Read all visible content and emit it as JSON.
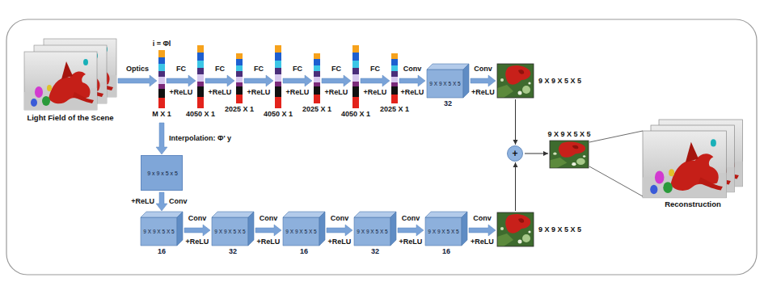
{
  "diagram": {
    "nodes": [
      {
        "text": [
          "Light Field of the Scene"
        ]
      },
      {
        "text": [
          "i = Φl",
          "M X 1"
        ]
      },
      {
        "text": [
          "4050 X 1"
        ]
      },
      {
        "text": [
          "2025 X 1"
        ]
      },
      {
        "text": [
          "4050 X 1"
        ]
      },
      {
        "text": [
          "2025 X 1"
        ]
      },
      {
        "text": [
          "4050 X 1"
        ]
      },
      {
        "text": [
          "2025 X 1"
        ]
      },
      {
        "text": [
          "9 X 9 X 5 X 5",
          "32"
        ]
      },
      {
        "text": [
          "9 X 9 X 5 X 5"
        ]
      },
      {
        "text": [
          "9 x 9 x 5 x 5"
        ]
      },
      {
        "text": [
          "9 X 9 X 5 X 5",
          "16"
        ]
      },
      {
        "text": [
          "9 X 9 X 5 X 5",
          "32"
        ]
      },
      {
        "text": [
          "9 X 9 X 5 X 5",
          "16"
        ]
      },
      {
        "text": [
          "9 X 9 X 5 X 5",
          "32"
        ]
      },
      {
        "text": [
          "9 X 9 X 5 X 5",
          "16"
        ]
      },
      {
        "text": [
          "9 X 9 X 5 X 5"
        ]
      },
      {
        "text": [
          "+"
        ]
      },
      {
        "text": [
          "9 X 9 X 5 X 5"
        ]
      },
      {
        "text": [
          "Reconstruction"
        ]
      }
    ],
    "edges": [
      {
        "from": 0,
        "to": 1,
        "arrow": "to",
        "label": "Optics"
      },
      {
        "from": 1,
        "to": 2,
        "arrow": "to",
        "label": "FC"
      },
      {
        "from": 2,
        "to": 3,
        "arrow": "to",
        "label": "FC"
      },
      {
        "from": 3,
        "to": 4,
        "arrow": "to",
        "label": "FC"
      },
      {
        "from": 4,
        "to": 5,
        "arrow": "to",
        "label": "FC"
      },
      {
        "from": 5,
        "to": 6,
        "arrow": "to",
        "label": "FC"
      },
      {
        "from": 6,
        "to": 7,
        "arrow": "to",
        "label": "FC"
      },
      {
        "from": 7,
        "to": 8,
        "arrow": "to",
        "label": "Conv"
      },
      {
        "from": 8,
        "to": 9,
        "arrow": "to",
        "label": "Conv"
      },
      {
        "from": 1,
        "to": 10,
        "arrow": "to",
        "label": "Interpolation: Φ' y"
      },
      {
        "from": 10,
        "to": 11,
        "arrow": "to",
        "label": "Conv"
      },
      {
        "from": 11,
        "to": 12,
        "arrow": "to",
        "label": "Conv"
      },
      {
        "from": 12,
        "to": 13,
        "arrow": "to",
        "label": "Conv"
      },
      {
        "from": 13,
        "to": 14,
        "arrow": "to",
        "label": "Conv"
      },
      {
        "from": 14,
        "to": 15,
        "arrow": "to",
        "label": "Conv"
      },
      {
        "from": 15,
        "to": 16,
        "arrow": "to",
        "label": "Conv"
      },
      {
        "from": 9,
        "to": 17,
        "arrow": "to"
      },
      {
        "from": 16,
        "to": 17,
        "arrow": "to"
      },
      {
        "from": 17,
        "to": 18,
        "arrow": "to"
      },
      {
        "from": 18,
        "to": 19,
        "arrow": "none"
      }
    ],
    "labels": [
      "+ReLU",
      "+ReLU",
      "+ReLU",
      "+ReLU",
      "+ReLU",
      "+ReLU",
      "+ReLU",
      "+ReLU",
      "+ReLU",
      "+ReLU",
      "+ReLU",
      "+ReLU",
      "+ReLU",
      "+ReLU"
    ]
  }
}
